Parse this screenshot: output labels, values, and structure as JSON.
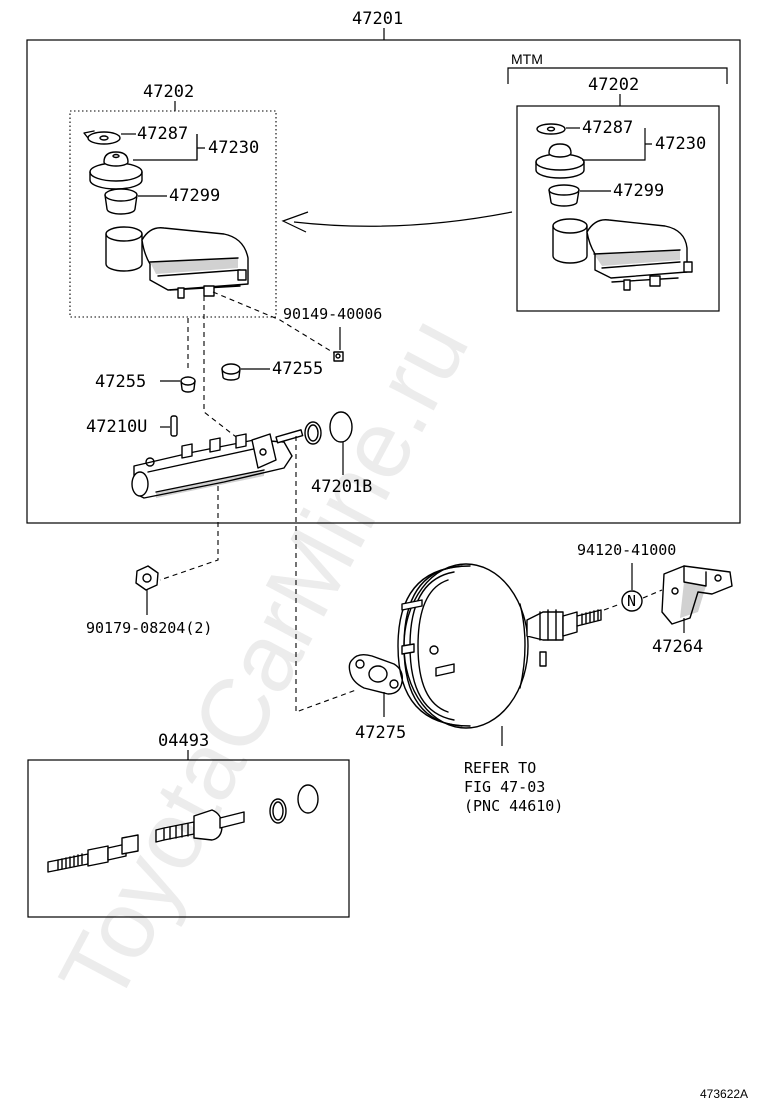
{
  "watermark": "ToyotaCarMine.ru",
  "figure_id": "473622A",
  "groups": {
    "assembly_main": "47201",
    "reservoir_left": "47202",
    "reservoir_right": "47202",
    "mtm": "MTM",
    "repair_kit": "04493"
  },
  "parts": {
    "cap_gasket_left": "47287",
    "cap_left": "47230",
    "strainer_left": "47299",
    "cap_gasket_right": "47287",
    "cap_right": "47230",
    "strainer_right": "47299",
    "screw": "90149-40006",
    "grommet_left": "47255",
    "grommet_right": "47255",
    "pin": "47210U",
    "oring": "47201B",
    "nut": "90179-08204(2)",
    "gasket_booster": "47275",
    "clip_code": "94120-41000",
    "bracket": "47264"
  },
  "badge": "N",
  "refer": {
    "line1": "REFER TO",
    "line2": "FIG 47-03",
    "line3": "(PNC 44610)"
  }
}
